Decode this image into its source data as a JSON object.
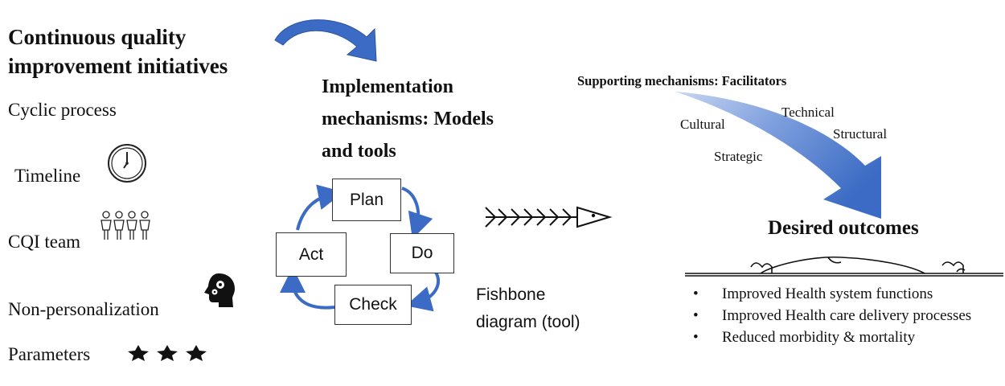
{
  "left_panel": {
    "title_lines": [
      "Continuous quality",
      "improvement initiatives"
    ],
    "items": {
      "cyclic": "Cyclic process",
      "timeline": "Timeline",
      "team": "CQI team",
      "nonpersonal": "Non-personalization",
      "parameters": "Parameters"
    },
    "icons": [
      "clock-icon",
      "people-icon",
      "head-gears-icon",
      "stars-icon"
    ]
  },
  "implementation": {
    "title_lines": [
      "Implementation",
      "mechanisms: Models",
      "and tools"
    ],
    "pdca": {
      "plan": "Plan",
      "do": "Do",
      "check": "Check",
      "act": "Act"
    },
    "fishbone_lines": [
      "Fishbone",
      "diagram (tool)"
    ]
  },
  "supporting": {
    "title": "Supporting mechanisms: Facilitators",
    "facilitators": {
      "cultural": "Cultural",
      "technical": "Technical",
      "structural": "Structural",
      "strategic": "Strategic"
    }
  },
  "outcomes": {
    "title": "Desired outcomes",
    "items": [
      "Improved Health system functions",
      "Improved Health care delivery processes",
      "Reduced morbidity & mortality"
    ]
  },
  "colors": {
    "arrow_blue": "#3b6bc4",
    "arrow_light": "#c9d7f1",
    "text": "#111111"
  }
}
